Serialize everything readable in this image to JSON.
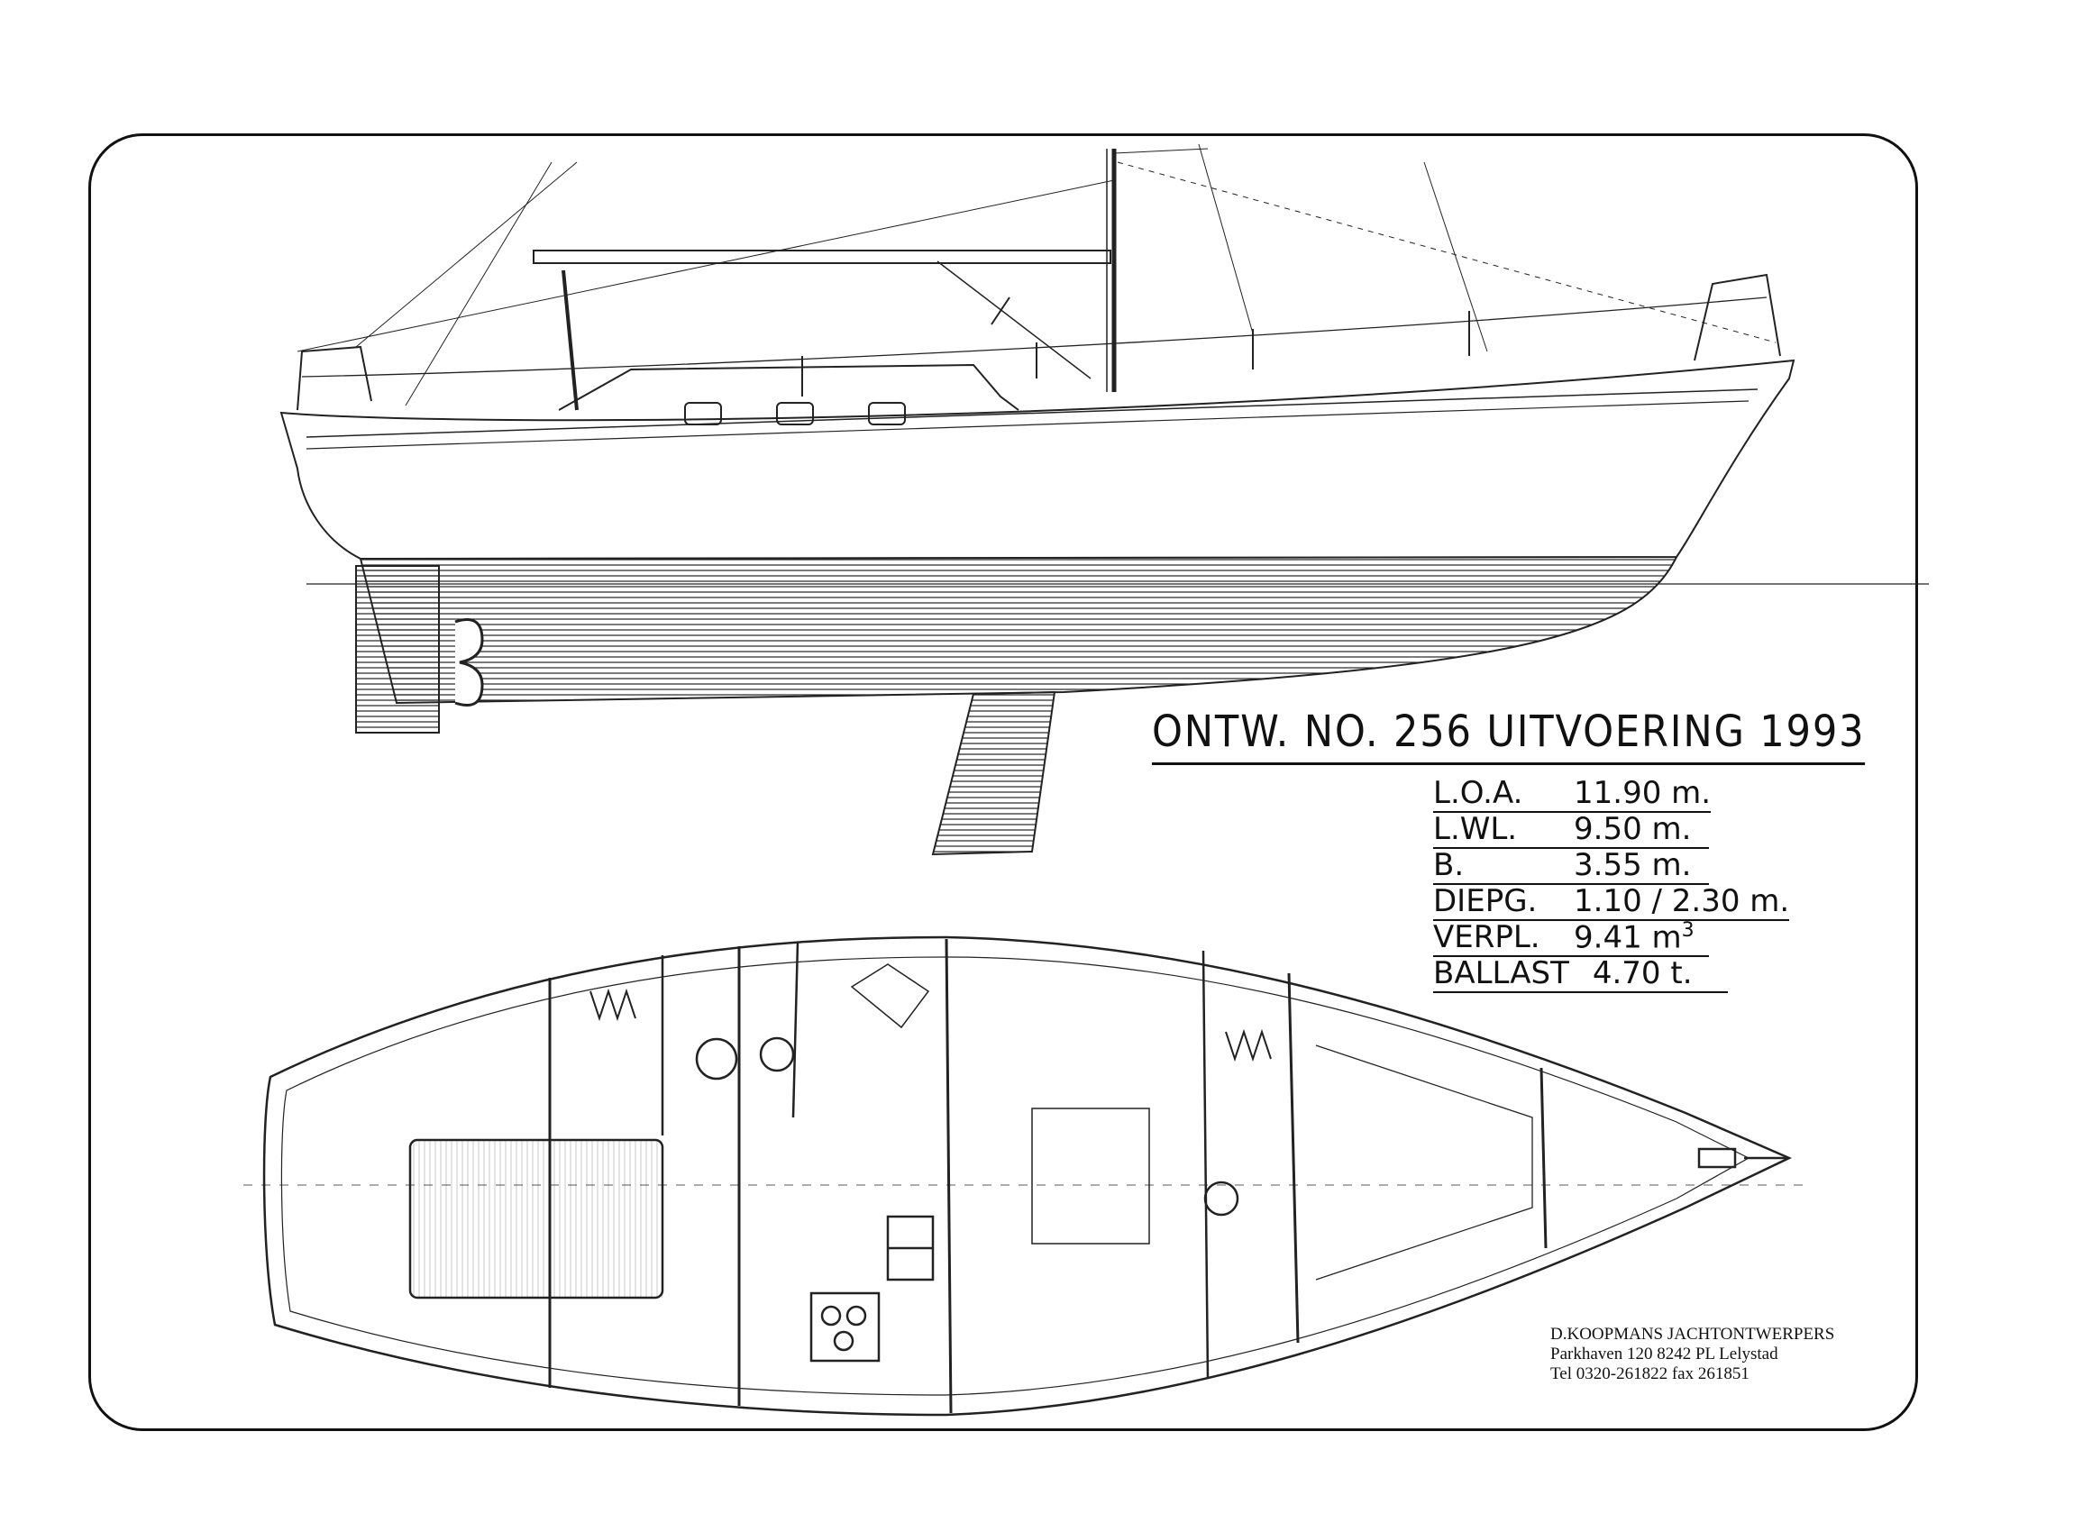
{
  "drawing": {
    "title": "ONTW. NO. 256 UITVOERING 1993",
    "specs": [
      {
        "label": "L.O.A.",
        "value": "11.90  m."
      },
      {
        "label": "L.WL.",
        "value": "9.50  m."
      },
      {
        "label": "B.",
        "value": "3.55  m."
      },
      {
        "label": "DIEPG.",
        "value": "1.10 / 2.30  m."
      },
      {
        "label": "VERPL.",
        "value": "9.41  m",
        "unit_sup": "3"
      },
      {
        "label": "BALLAST",
        "value": "4.70  t."
      }
    ],
    "designer": {
      "name": "D.KOOPMANS JACHTONTWERPERS",
      "address": "Parkhaven 120 8242 PL Lelystad",
      "phone": "Tel 0320-261822 fax 261851"
    }
  }
}
